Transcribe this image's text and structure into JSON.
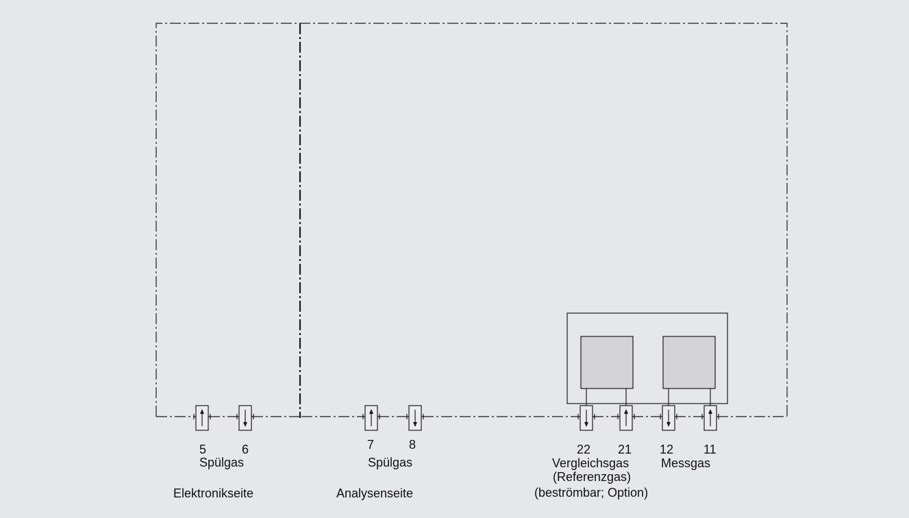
{
  "ports": [
    {
      "number": "5",
      "direction": "up"
    },
    {
      "number": "6",
      "direction": "down"
    },
    {
      "number": "7",
      "direction": "up"
    },
    {
      "number": "8",
      "direction": "down"
    },
    {
      "number": "22",
      "direction": "down"
    },
    {
      "number": "21",
      "direction": "up"
    },
    {
      "number": "12",
      "direction": "down"
    },
    {
      "number": "11",
      "direction": "up"
    }
  ],
  "labels": {
    "spuelgas_left": "Spülgas",
    "spuelgas_right": "Spülgas",
    "vergleichsgas_1": "Vergleichsgas",
    "vergleichsgas_2": "(Referenzgas)",
    "vergleichsgas_3": "(beströmbar; Option)",
    "messgas": "Messgas",
    "elektronikseite": "Elektronikseite",
    "analysenseite": "Analysenseite"
  },
  "colors": {
    "background": "#e6e7e9",
    "line": "#1a1a1a",
    "sensor_fill": "#d4d4d6"
  }
}
